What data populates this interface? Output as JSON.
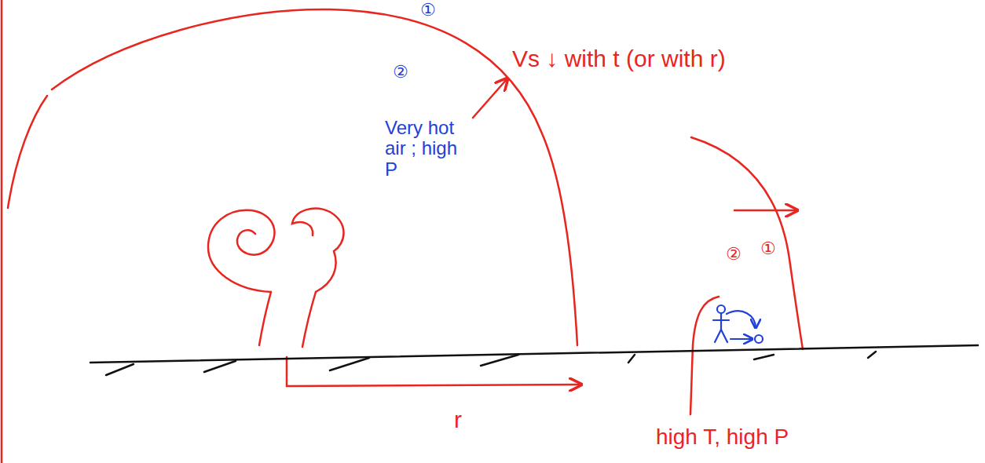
{
  "diagram": {
    "labels": [
      "①",
      "②",
      "Vs ↓ with t (or with r)",
      "Very hot air ; high P",
      "②",
      "①",
      "r",
      "high T, high P"
    ]
  }
}
